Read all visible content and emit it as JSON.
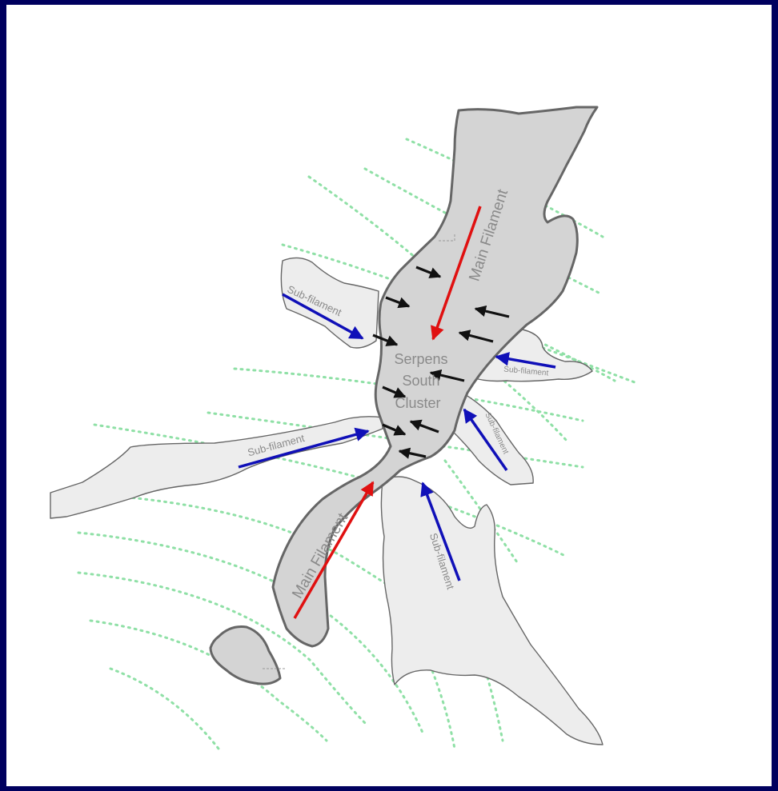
{
  "colors": {
    "frame": "#00005e",
    "background": "#ffffff",
    "main_filament_fill": "#d4d4d4",
    "sub_filament_fill": "#ededed",
    "outline": "#666666",
    "field_lines": "#8fe0a6",
    "main_flow_arrow": "#e01010",
    "sub_flow_arrow": "#1010b8",
    "contraction_arrow": "#111111",
    "label_text": "#8a8a8a"
  },
  "labels": {
    "cluster_line1": "Serpens",
    "cluster_line2": "South",
    "cluster_line3": "Cluster",
    "main_filament_north": "Main Filament",
    "main_filament_south": "Main Filament",
    "sub_filament_nw": "Sub-filament",
    "sub_filament_w": "Sub-filament",
    "sub_filament_e": "Sub-filament",
    "sub_filament_se": "Sub-filament",
    "sub_filament_s": "Sub-filament"
  }
}
